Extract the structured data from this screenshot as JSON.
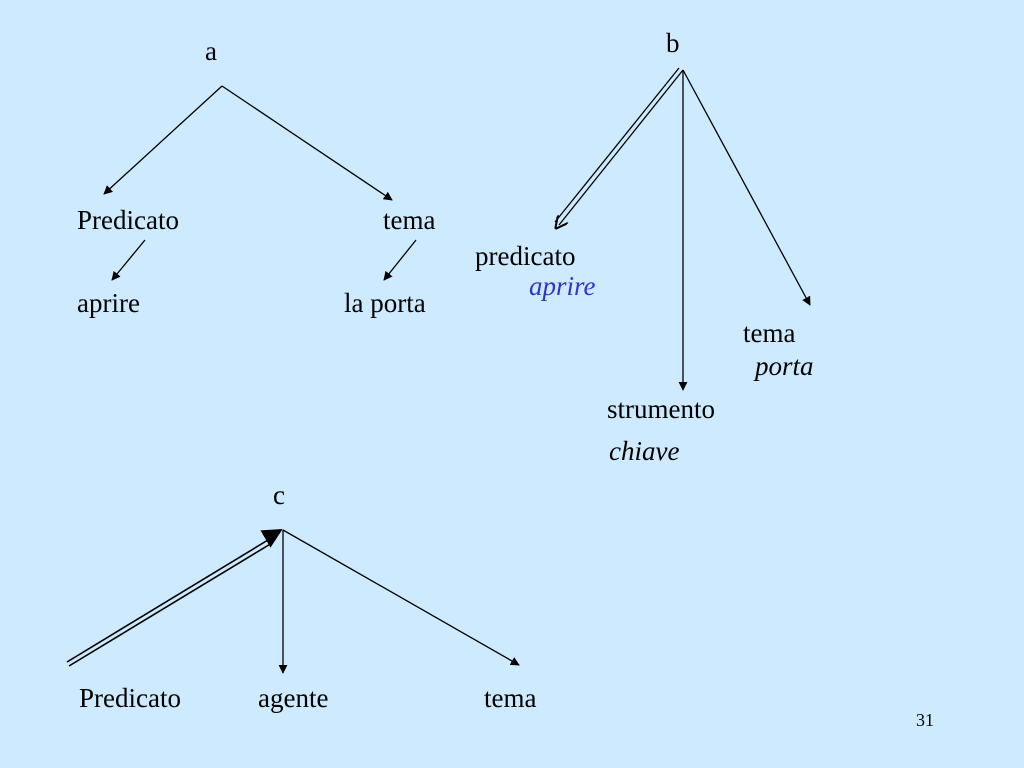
{
  "tree_a": {
    "root": "a",
    "left_child": "Predicato",
    "right_child": "tema",
    "left_leaf": "aprire",
    "right_leaf": "la porta"
  },
  "tree_b": {
    "root": "b",
    "predicate_label": "predicato",
    "predicate_value": "aprire",
    "theme_label": "tema",
    "theme_value": "porta",
    "instrument_label": "strumento",
    "instrument_value": "chiave"
  },
  "tree_c": {
    "root": "c",
    "predicate_label": "Predicato",
    "agent_label": "agente",
    "theme_label": "tema"
  },
  "page_number": "31",
  "colors": {
    "background": "#cdeafe",
    "text": "#000000",
    "highlight": "#3333cc"
  }
}
